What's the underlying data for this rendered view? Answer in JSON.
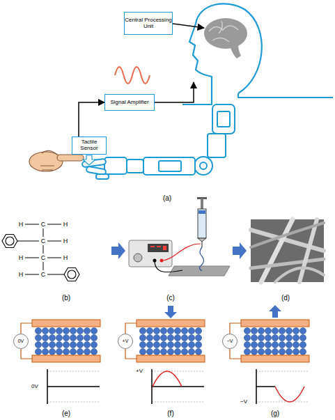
{
  "diagram": {
    "nodes": [
      {
        "text": [
          "Central Processing Unit"
        ]
      },
      {
        "text": [
          "Signal Amplifier"
        ]
      },
      {
        "text": [
          "Tactile Sensor"
        ]
      },
      {
        "text": [
          "0V"
        ]
      },
      {
        "text": [
          "+V"
        ]
      },
      {
        "text": [
          "−V"
        ]
      }
    ],
    "edges": [
      {
        "from": 2,
        "to": 1,
        "arrow": "to"
      }
    ],
    "labels": [
      "(a)",
      "H",
      "C",
      "H",
      "C",
      "H",
      "H",
      "C",
      "H",
      "H",
      "C",
      "(b)",
      "(c)",
      "(d)",
      "0V",
      "+V",
      "−V",
      "(e)",
      "(f)",
      "(g)"
    ]
  }
}
